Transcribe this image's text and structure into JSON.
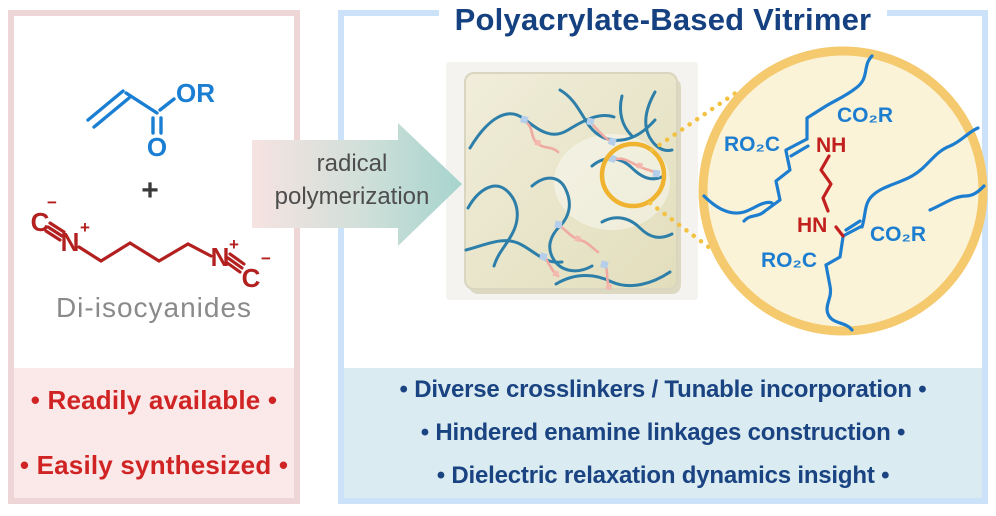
{
  "left_panel": {
    "acrylate": {
      "or_label": "OR",
      "o_label": "O"
    },
    "plus": "+",
    "diisocyanide": {
      "c": "C",
      "n": "N",
      "plus": "+",
      "minus": "−"
    },
    "caption": "Di-isocyanides",
    "bullets": [
      "• Readily available •",
      "• Easily synthesized •"
    ]
  },
  "arrow": {
    "line1": "radical",
    "line2": "polymerization"
  },
  "right_panel": {
    "title": "Polyacrylate-Based Vitrimer",
    "zoom_labels": {
      "ro2c_top": "RO₂C",
      "co2r_top": "CO₂R",
      "nh": "NH",
      "hn": "HN",
      "ro2c_bottom": "RO₂C",
      "co2r_bottom": "CO₂R"
    },
    "bullets": [
      "• Diverse crosslinkers / Tunable incorporation •",
      "• Hindered enamine linkages construction •",
      "• Dielectric relaxation dynamics insight •"
    ]
  },
  "colors": {
    "acrylate_blue": "#1a7fd2",
    "isocyanide_red": "#b32020",
    "bullet_red": "#d02424",
    "navy": "#1a4382",
    "left_border": "#eed6d6",
    "left_strip_bg": "#fbe9e9",
    "right_border": "#cbe2f8",
    "right_strip_bg": "#daebf1",
    "gold_circle": "#efb32f",
    "zoom_circle_border": "#f5c96d",
    "zoom_circle_fill": "#fbf3d8",
    "gel_chain_blue": "#2d7fa9",
    "gel_linker_pink": "#efaaa2"
  }
}
